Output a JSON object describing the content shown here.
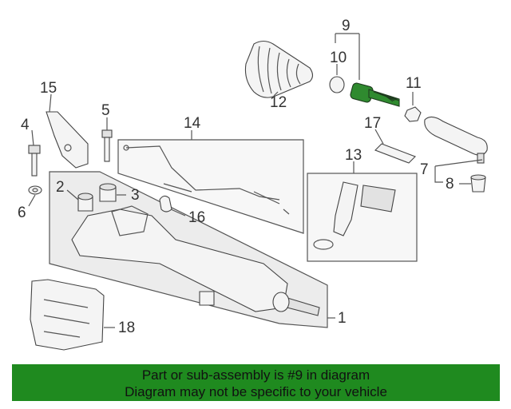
{
  "callouts": [
    "9",
    "10",
    "11",
    "12",
    "15",
    "5",
    "4",
    "14",
    "17",
    "13",
    "2",
    "3",
    "6",
    "7",
    "8",
    "16",
    "1",
    "18"
  ],
  "banner": {
    "line1": "Part or sub-assembly is #9 in diagram",
    "line2": "Diagram may not be specific to your vehicle"
  },
  "colors": {
    "highlight": "#2f8a2f",
    "banner": "#1f8a1f"
  }
}
